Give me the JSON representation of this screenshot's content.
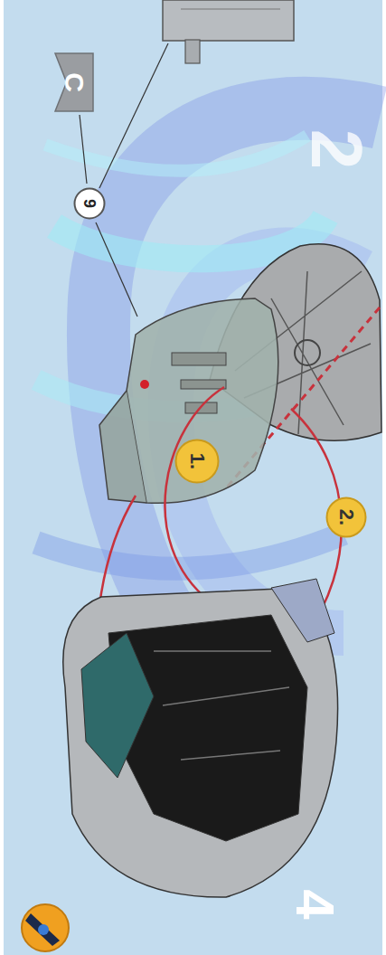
{
  "diagram": {
    "nodes": [
      {
        "text": [
          "C"
        ]
      },
      {
        "text": [
          "9"
        ]
      },
      {
        "text": [
          "1."
        ]
      },
      {
        "text": [
          "2."
        ]
      }
    ],
    "labels": [
      "2",
      "4"
    ]
  }
}
